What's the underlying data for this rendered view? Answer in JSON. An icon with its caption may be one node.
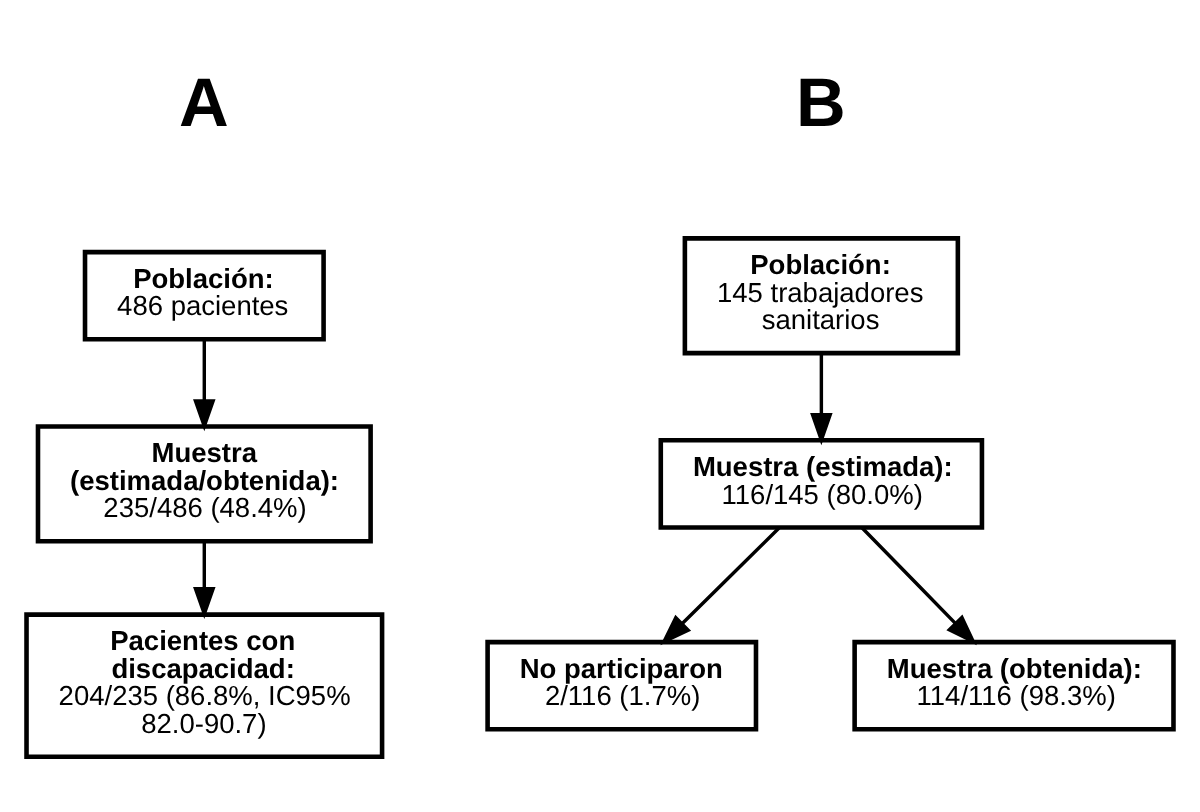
{
  "diagram": {
    "nodes": [
      {
        "text": [
          "Población:",
          "486 pacientes"
        ]
      },
      {
        "text": [
          "Muestra (estimada/obtenida):",
          "235/486 (48.4%)"
        ]
      },
      {
        "text": [
          "Pacientes con discapacidad:",
          "204/235 (86.8%, IC95% 82.0-90.7)"
        ]
      },
      {
        "text": [
          "Población:",
          "145 trabajadores sanitarios"
        ]
      },
      {
        "text": [
          "Muestra (estimada):",
          "116/145 (80.0%)"
        ]
      },
      {
        "text": [
          "No participaron",
          "2/116 (1.7%)"
        ]
      },
      {
        "text": [
          "Muestra (obtenida):",
          "114/116 (98.3%)"
        ]
      }
    ],
    "edges": [
      {
        "from": 0,
        "to": 1,
        "arrow": "to"
      },
      {
        "from": 1,
        "to": 2,
        "arrow": "to"
      },
      {
        "from": 3,
        "to": 4,
        "arrow": "to"
      },
      {
        "from": 4,
        "to": 5,
        "arrow": "to"
      },
      {
        "from": 4,
        "to": 6,
        "arrow": "to"
      }
    ],
    "labels": [
      "A",
      "B"
    ]
  }
}
